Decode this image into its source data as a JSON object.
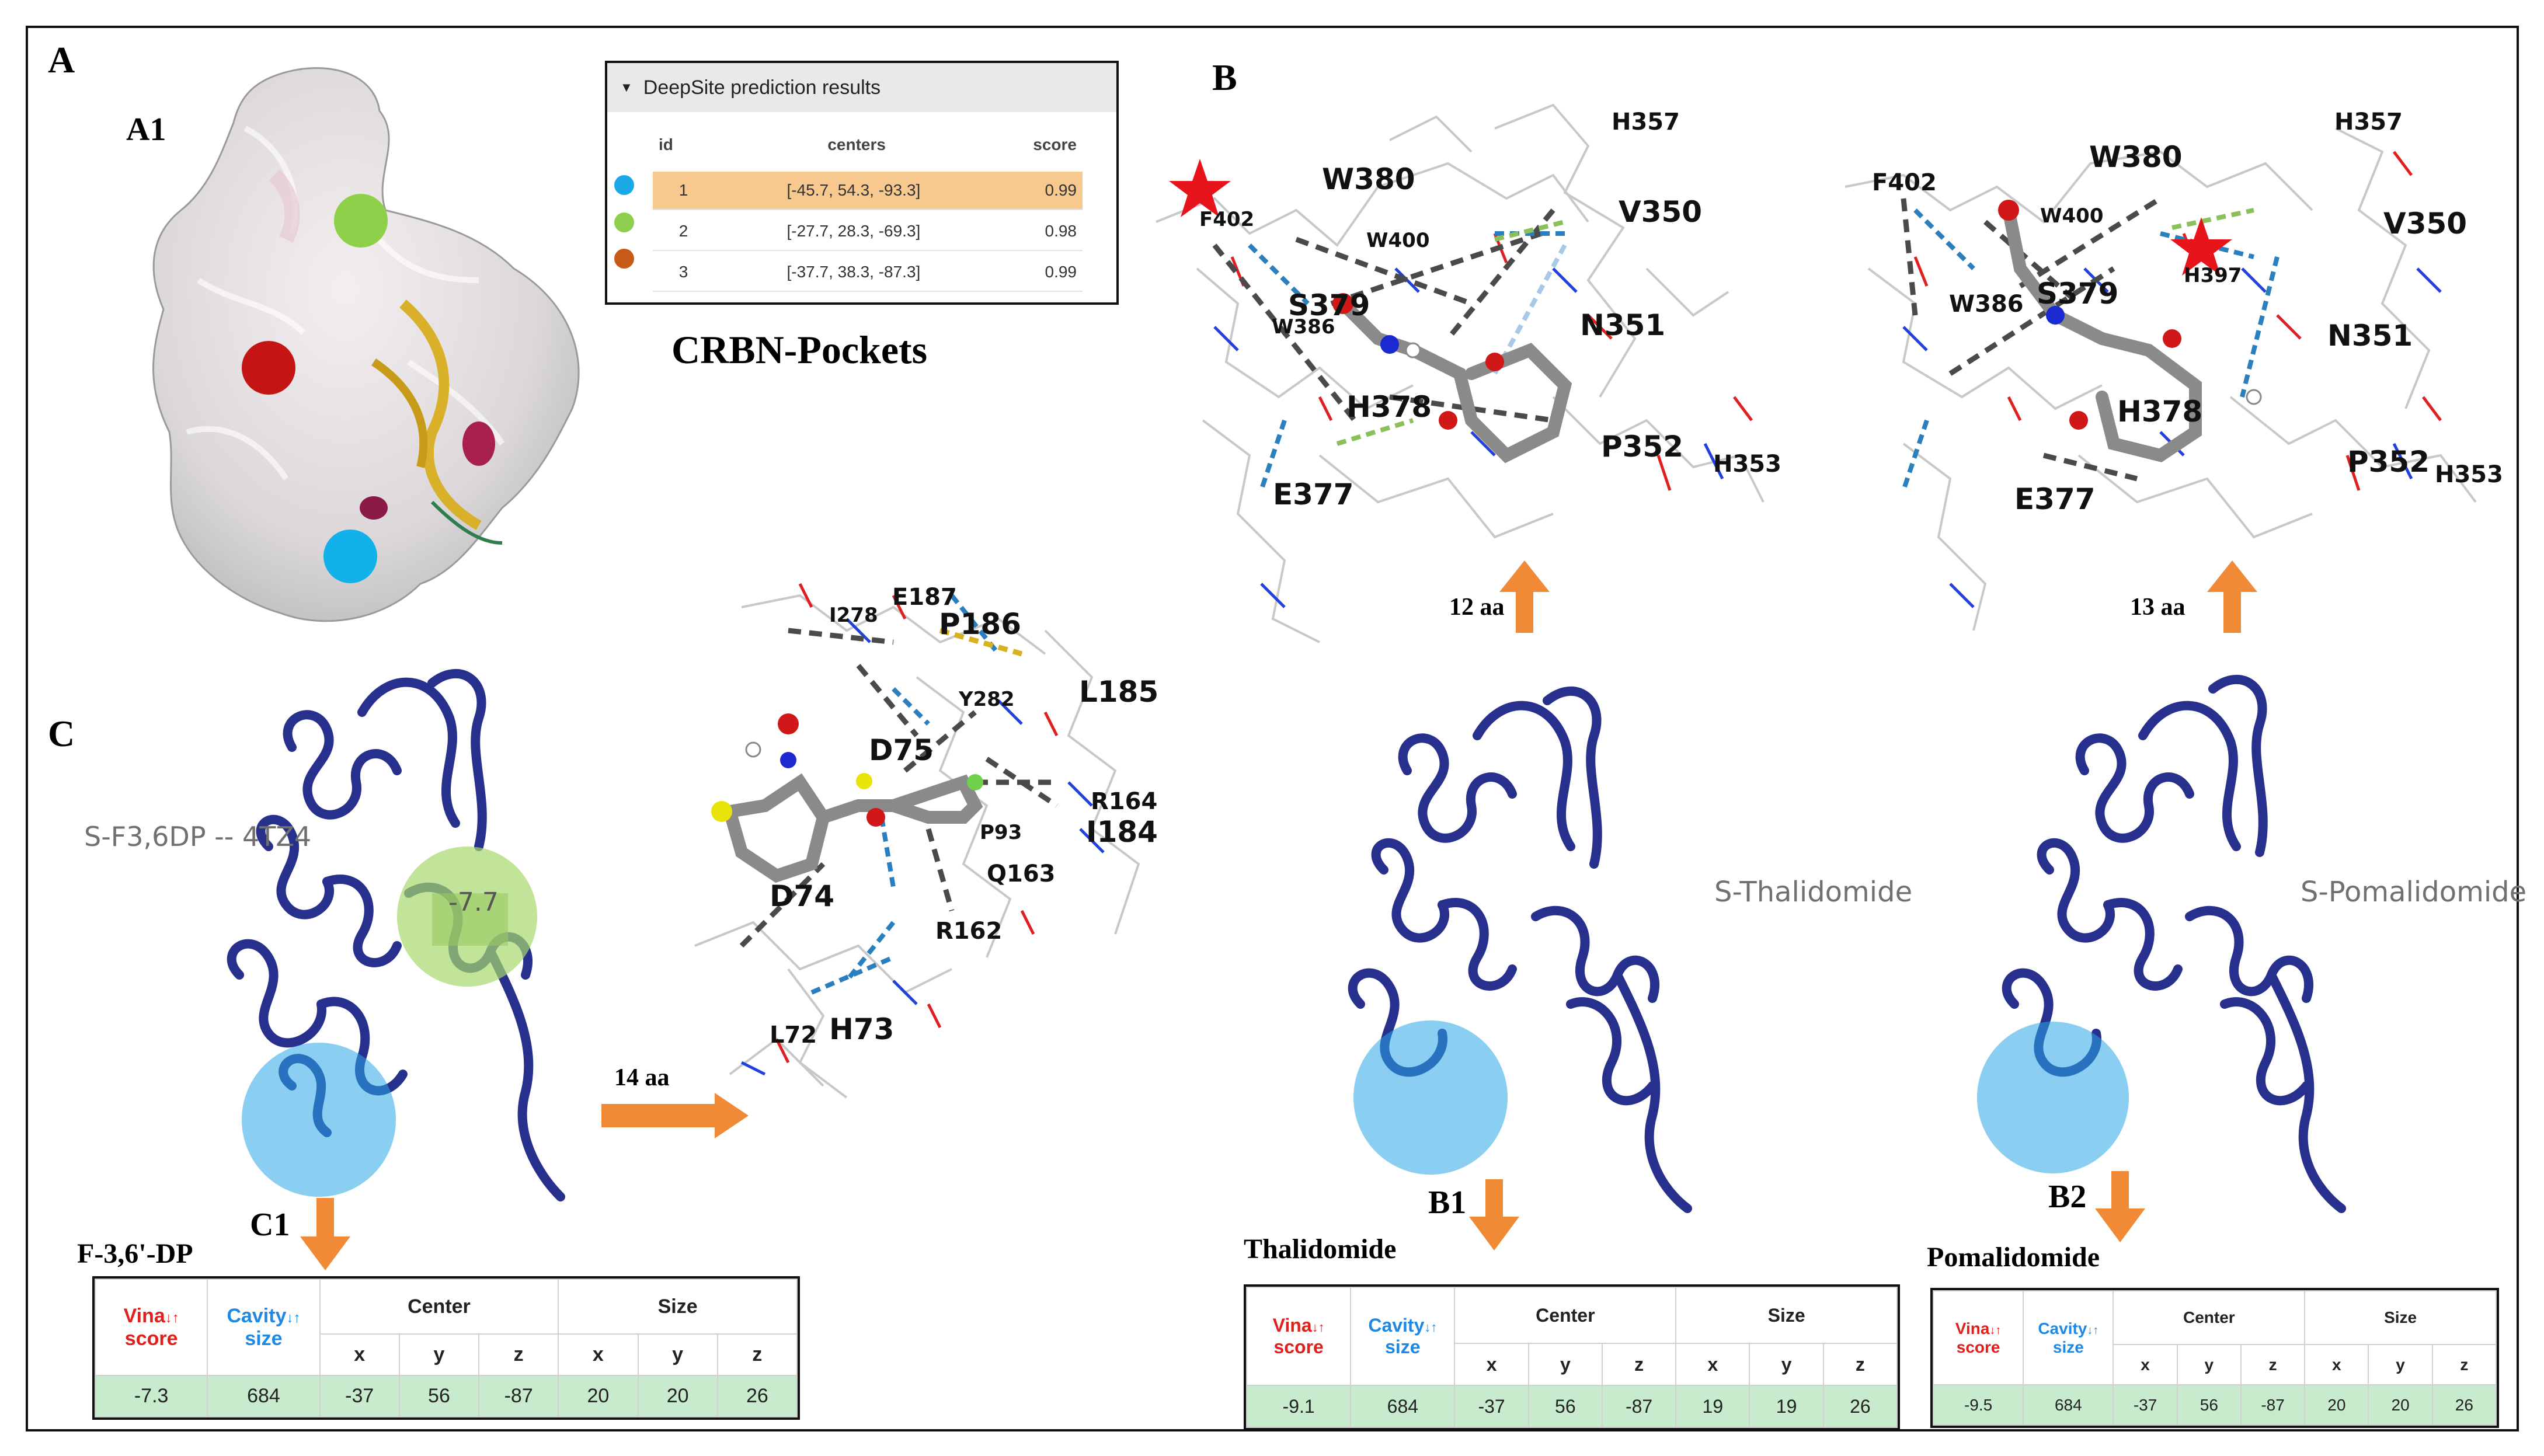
{
  "panels": {
    "A": "A",
    "A1": "A1",
    "B": "B",
    "B1": "B1",
    "B2": "B2",
    "C": "C",
    "C1": "C1"
  },
  "crbn_pockets_title": "CRBN-Pockets",
  "deepsite": {
    "title": "DeepSite prediction results",
    "headers": {
      "id": "id",
      "centers": "centers",
      "score": "score"
    },
    "rows": [
      {
        "id": "1",
        "centers": "[-45.7, 54.3, -93.3]",
        "score": "0.99",
        "color": "#1aa9e6"
      },
      {
        "id": "2",
        "centers": "[-27.7, 28.3, -69.3]",
        "score": "0.98",
        "color": "#8fcf4f"
      },
      {
        "id": "3",
        "centers": "[-37.7, 38.3, -87.3]",
        "score": "0.99",
        "color": "#c85a17"
      }
    ]
  },
  "pocket_dot_colors": {
    "pocket_1": "#12b1ea",
    "pocket_2": "#8dd04a",
    "pocket_3": "#c41414"
  },
  "molecules": {
    "f36dp": "S-F3,6DP -- 4TZ4",
    "f36dp_score": "-7.7",
    "thalidomide": "S-Thalidomide",
    "pomalidomide": "S-Pomalidomide"
  },
  "arrows": {
    "c": "14 aa",
    "b1": "12 aa",
    "b2": "13 aa"
  },
  "residues": {
    "thal": [
      "H357",
      "W380",
      "F402",
      "V350",
      "W400",
      "S379",
      "W386",
      "N351",
      "H378",
      "P352",
      "H353",
      "E377"
    ],
    "pom": [
      "H357",
      "F402",
      "W380",
      "W400",
      "V350",
      "H397",
      "S379",
      "W386",
      "N351",
      "H378",
      "P352",
      "H353",
      "E377"
    ],
    "f36dp": [
      "E187",
      "I278",
      "P186",
      "Y282",
      "L185",
      "D75",
      "R164",
      "P93",
      "I184",
      "Q163",
      "D74",
      "R162",
      "L72",
      "H73"
    ]
  },
  "tables": {
    "f36dp": {
      "name": "F-3,6'-DP",
      "vina": "Vina",
      "score_lbl": "score",
      "cavity": "Cavity",
      "size_lbl": "size",
      "center": "Center",
      "size": "Size",
      "axes": [
        "x",
        "y",
        "z",
        "x",
        "y",
        "z"
      ],
      "values": [
        "-7.3",
        "684",
        "-37",
        "56",
        "-87",
        "20",
        "20",
        "26"
      ]
    },
    "thal": {
      "name": "Thalidomide",
      "vina": "Vina",
      "score_lbl": "score",
      "cavity": "Cavity",
      "size_lbl": "size",
      "center": "Center",
      "size": "Size",
      "axes": [
        "x",
        "y",
        "z",
        "x",
        "y",
        "z"
      ],
      "values": [
        "-9.1",
        "684",
        "-37",
        "56",
        "-87",
        "19",
        "19",
        "26"
      ]
    },
    "pom": {
      "name": "Pomalidomide",
      "vina": "Vina",
      "score_lbl": "score",
      "cavity": "Cavity",
      "size_lbl": "size",
      "center": "Center",
      "size": "Size",
      "axes": [
        "x",
        "y",
        "z",
        "x",
        "y",
        "z"
      ],
      "values": [
        "-9.5",
        "684",
        "-37",
        "56",
        "-87",
        "20",
        "20",
        "26"
      ]
    }
  },
  "sort_glyph": "↓↑"
}
